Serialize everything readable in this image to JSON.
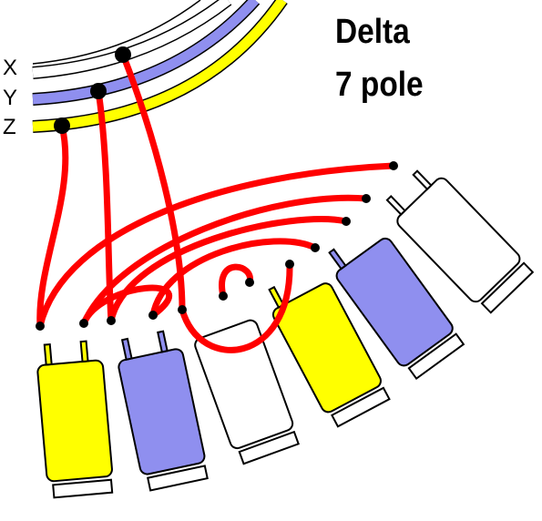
{
  "title": {
    "line1": "Delta",
    "line2": "7 pole"
  },
  "phases": [
    {
      "label": "X",
      "color": "#ffffff"
    },
    {
      "label": "Y",
      "color": "#8f8fef"
    },
    {
      "label": "Z",
      "color": "#ffff00"
    }
  ],
  "colors": {
    "wire": "#ff0000",
    "outline": "#000000",
    "junction": "#000000",
    "coil_white": "#ffffff",
    "coil_blue": "#8f8fef",
    "coil_yellow": "#ffff00"
  },
  "coils": [
    {
      "phase": "Z"
    },
    {
      "phase": "Y"
    },
    {
      "phase": "X"
    },
    {
      "phase": "Z"
    },
    {
      "phase": "Y"
    },
    {
      "phase": "X"
    }
  ]
}
